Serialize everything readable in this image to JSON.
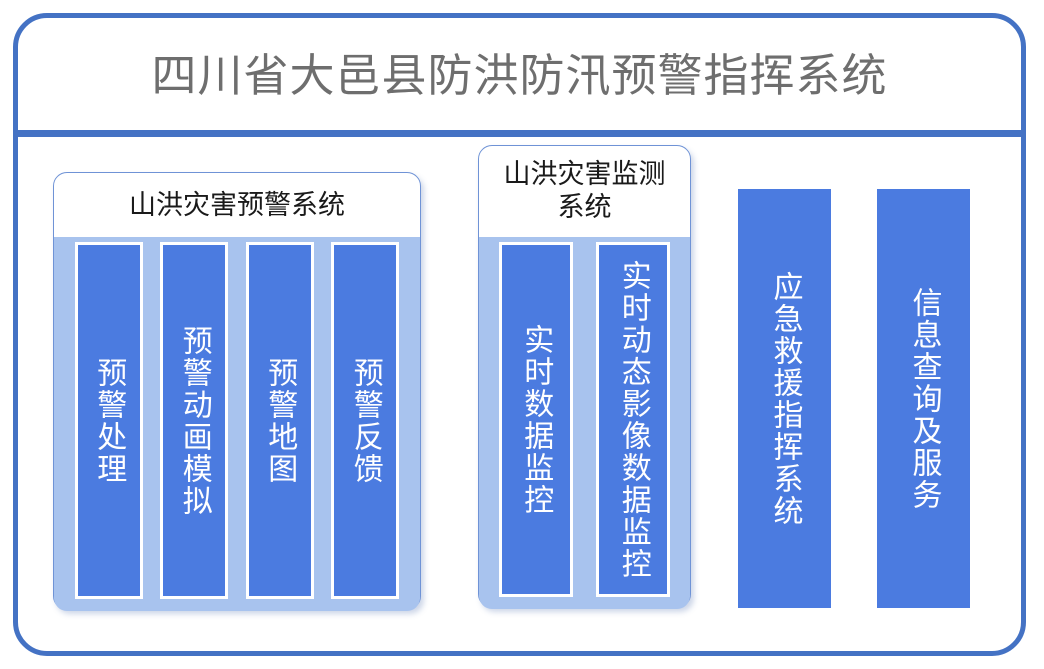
{
  "header": {
    "title": "四川省大邑县防洪防汛预警指挥系统",
    "divider_color": "#4472C4"
  },
  "colors": {
    "frame_border": "#4472C4",
    "panel_border": "#6F93D6",
    "panel_body_fill": "#A8C3EE",
    "column_fill": "#4B7BE0",
    "column_border": "#FFFFFF",
    "title_text": "#6E6E6E",
    "panel_title_text": "#1A1A1A",
    "column_text": "#FFFFFF",
    "page_background": "#FFFFFF"
  },
  "panels": [
    {
      "id": "warning-system",
      "title": "山洪灾害预警系统",
      "columns": [
        {
          "id": "warning-processing",
          "label": "预警处理"
        },
        {
          "id": "warning-animation-simulation",
          "label": "预警动画模拟"
        },
        {
          "id": "warning-map",
          "label": "预警地图"
        },
        {
          "id": "warning-feedback",
          "label": "预警反馈"
        }
      ]
    },
    {
      "id": "monitoring-system",
      "title": "山洪灾害监测系统",
      "columns": [
        {
          "id": "realtime-data-monitoring",
          "label": "实时数据监控"
        },
        {
          "id": "realtime-dynamic-image-data-monitoring",
          "label": "实时动态影像数据监控"
        }
      ]
    }
  ],
  "standalone_columns": [
    {
      "id": "emergency-rescue-command-system",
      "label": "应急救援指挥系统"
    },
    {
      "id": "information-query-and-service",
      "label": "信息查询及服务"
    }
  ]
}
